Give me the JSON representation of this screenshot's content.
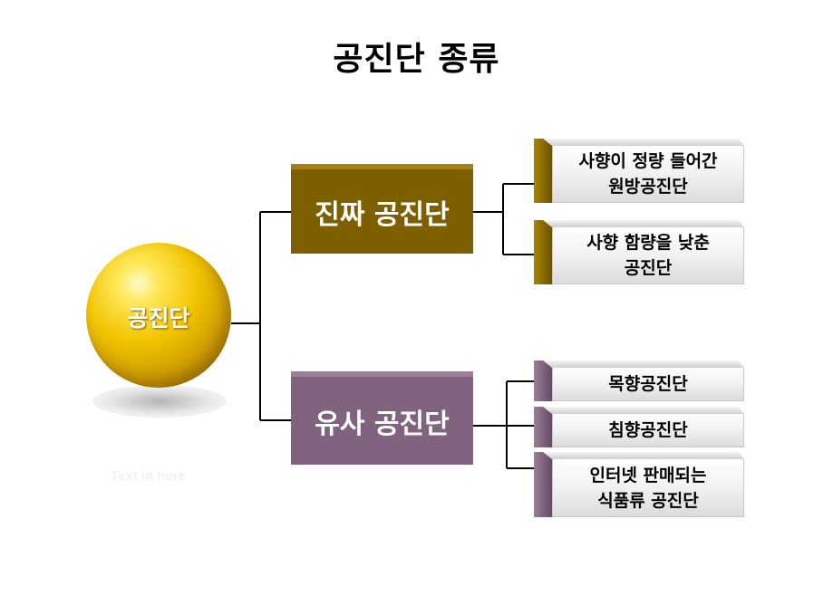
{
  "title": "공진단 종류",
  "root": {
    "label": "공진단",
    "color": "#f2c400"
  },
  "placeholder_text": "Text in here",
  "branches": [
    {
      "label": "진짜 공진단",
      "color": "#7e5f00",
      "children": [
        "사향이 정량 들어간\n원방공진단",
        "사향 함량을 낮춘\n공진단"
      ]
    },
    {
      "label": "유사 공진단",
      "color": "#80637f",
      "children": [
        "목향공진단",
        "침향공진단",
        "인터넷 판매되는\n식품류 공진단"
      ]
    }
  ]
}
